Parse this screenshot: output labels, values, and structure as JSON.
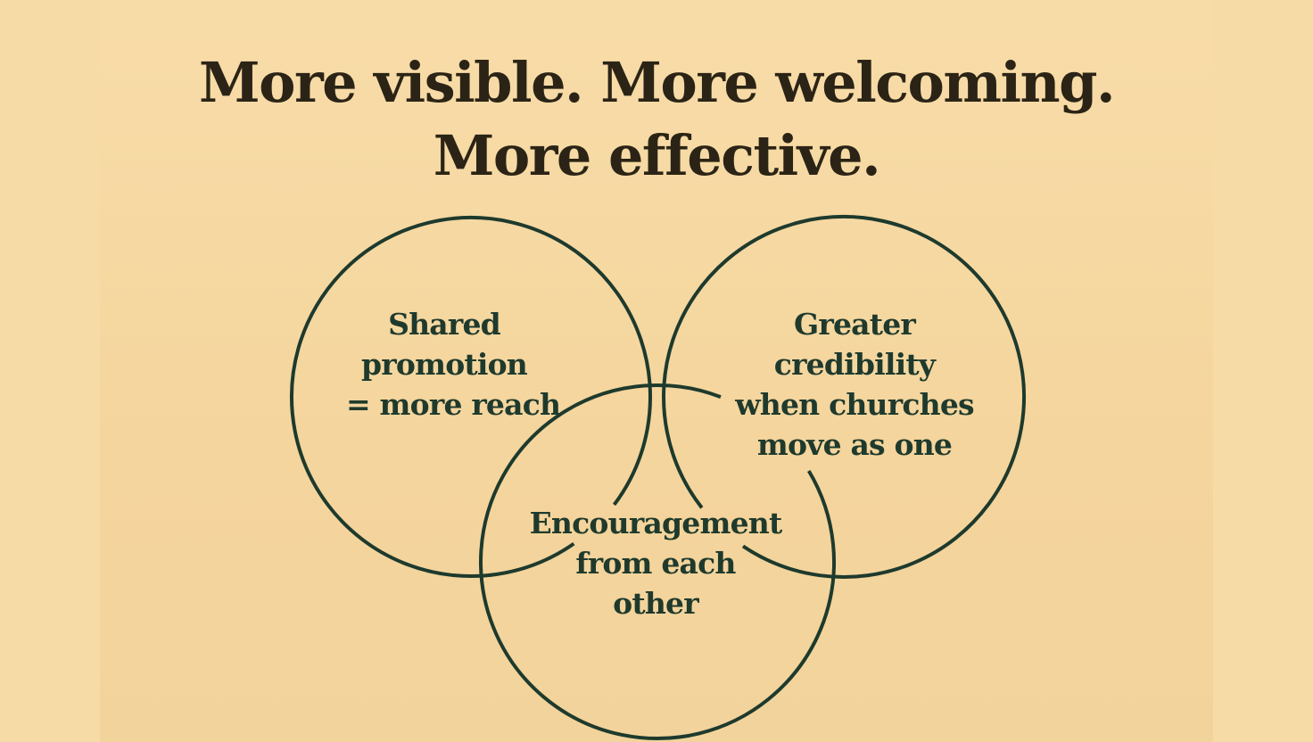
{
  "title": {
    "line1": "More visible. More welcoming.",
    "line2": "More effective."
  },
  "circles": [
    {
      "label": [
        "Shared",
        "promotion",
        "= more reach"
      ]
    },
    {
      "label": [
        "Greater",
        "credibility",
        "when churches",
        "move as one"
      ]
    },
    {
      "label": [
        "Encouragement",
        "from each",
        "other"
      ]
    }
  ],
  "colors": {
    "stroke": "#1e3a2d",
    "text": "#1f3a2d",
    "title": "#2b2416",
    "background": "#f7dba6"
  }
}
